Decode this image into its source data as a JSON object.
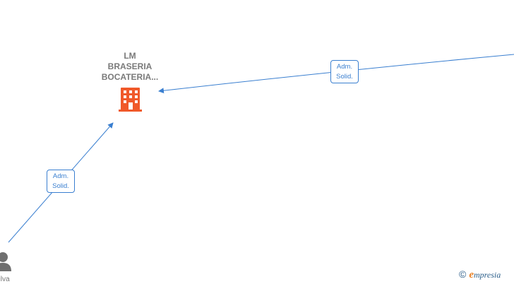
{
  "company": {
    "name_lines": [
      "LM",
      "BRASERIA",
      "BOCATERIA..."
    ],
    "icon": "building-icon",
    "icon_color": "#f0592a"
  },
  "person": {
    "name_fragment": "Silva",
    "icon": "person-icon",
    "icon_color": "#6f6f6f"
  },
  "edges": [
    {
      "from": "offscreen-right",
      "to": "company",
      "label_lines": [
        "Adm.",
        "Solid."
      ]
    },
    {
      "from": "person",
      "to": "company",
      "label_lines": [
        "Adm.",
        "Solid."
      ]
    }
  ],
  "edge_color": "#3a7fd0",
  "watermark": {
    "copyright": "©",
    "brand_initial": "e",
    "brand_rest": "mpresia"
  }
}
